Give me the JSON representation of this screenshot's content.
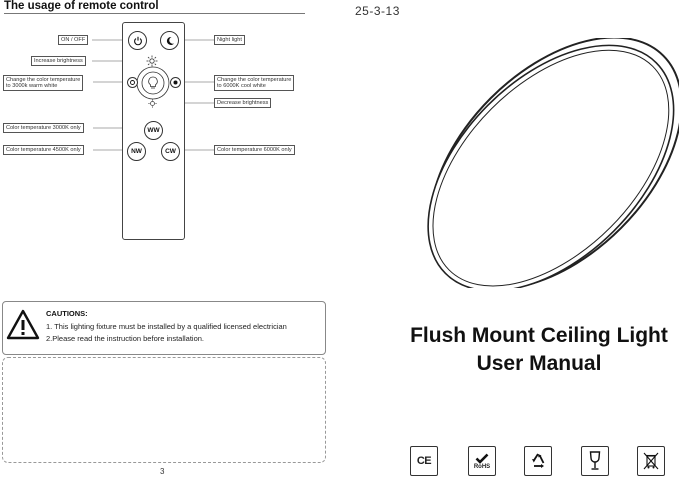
{
  "left_page": {
    "title": "The usage of remote control",
    "labels": {
      "on_off": "ON / OFF",
      "night_light": "Night light",
      "increase_brightness": "Increase brightness",
      "warm_line1": "Change the color temperature",
      "warm_line2": "to 3000k warm white",
      "cool_line1": "Change the color temperature",
      "cool_line2": "to 6000K cool white",
      "decrease_brightness": "Decrease brightness",
      "ct_3000": "Color temperature 3000K only",
      "ct_4500": "Color temperature 4500K only",
      "ct_6000": "Color temperature 6000K only"
    },
    "buttons": {
      "ww": "WW",
      "nw": "NW",
      "cw": "CW"
    },
    "caution": {
      "title": "CAUTIONS:",
      "line1": "1. This lighting fixture must be installed by a qualified licensed electrician",
      "line2": "2.Please read the instruction before installation."
    },
    "page_number": "3"
  },
  "right_page": {
    "code": "25-3-13",
    "title": "Flush Mount Ceiling Light",
    "subtitle": "User Manual",
    "cert_icons": [
      "ce-mark-icon",
      "rohs-icon",
      "recycle-icon",
      "fragile-glass-icon",
      "weee-bin-icon"
    ],
    "cert_texts": {
      "ce": "CE",
      "rohs": "RoHS"
    }
  }
}
